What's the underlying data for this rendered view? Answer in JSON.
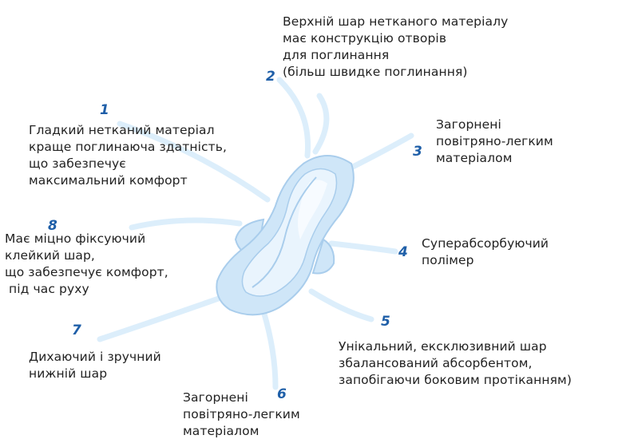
{
  "colors": {
    "pad_fill": "#cfe6f8",
    "pad_edge": "#a9cdec",
    "pad_core": "#e9f4fd",
    "pad_highlight": "#f7fbff",
    "ray": "#dceefb",
    "number": "#1f5fa8",
    "text": "#222222"
  },
  "callouts": [
    {
      "id": "c1",
      "number": "1",
      "text": "Гладкий нетканий матеріал\nкраще поглинаюча здатність,\nщо забезпечує\nмаксимальний комфорт"
    },
    {
      "id": "c2",
      "number": "2",
      "text": "Верхній шар нетканого матеріалу\nмає конструкцію отворів\nдля поглинання\n(більш швидке поглинання)"
    },
    {
      "id": "c3",
      "number": "3",
      "text": "Загорнені\nповітряно-легким\nматеріалом"
    },
    {
      "id": "c4",
      "number": "4",
      "text": "Суперабсорбуючий\nполімер"
    },
    {
      "id": "c5",
      "number": "5",
      "text": "Унікальний, ексклюзивний шар\nзбалансований абсорбентом,\nзапобігаючи боковим протіканням)"
    },
    {
      "id": "c6",
      "number": "6",
      "text": "Загорнені\nповітряно-легким\nматеріалом"
    },
    {
      "id": "c7",
      "number": "7",
      "text": "Дихаючий і зручний\nнижній шар"
    },
    {
      "id": "c8",
      "number": "8",
      "text": "Має міцно фіксуючий\nклейкий шар,\nщо забезпечує комфорт,\n під час руху"
    }
  ]
}
